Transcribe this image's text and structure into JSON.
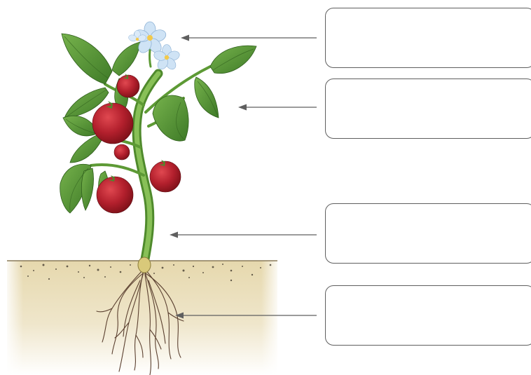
{
  "diagram": {
    "subject": "tomato plant",
    "parts": [
      {
        "id": "flower",
        "pointer_label": ""
      },
      {
        "id": "leaf",
        "pointer_label": ""
      },
      {
        "id": "stem",
        "pointer_label": ""
      },
      {
        "id": "root",
        "pointer_label": ""
      }
    ]
  },
  "colors": {
    "leaf": "#5a9a3a",
    "leaf_dark": "#3e7a27",
    "stem": "#6fa83f",
    "fruit": "#b3202d",
    "flower": "#cfe3f5",
    "flower_center": "#f2c94c",
    "soil": "#e8dcb8",
    "root": "#5b4030",
    "arrow": "#5f5f5f",
    "box_border": "#5f5f5f"
  }
}
